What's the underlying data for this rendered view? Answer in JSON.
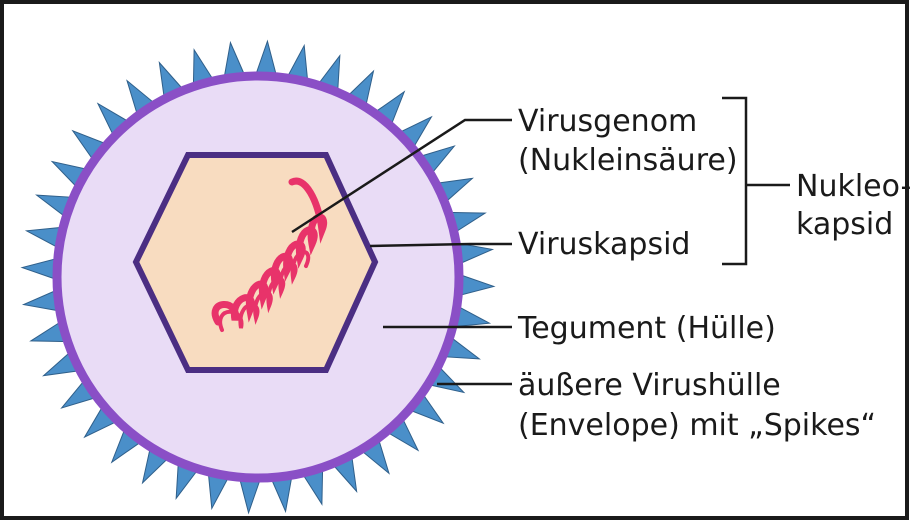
{
  "labels": {
    "genome_line1": "Virusgenom",
    "genome_line2": "(Nukleinsäure)",
    "capsid": "Viruskapsid",
    "nucleocapsid_line1": "Nukleo-",
    "nucleocapsid_line2": "kapsid",
    "tegument": "Tegument (Hülle)",
    "envelope_line1": "äußere Virushülle",
    "envelope_line2": "(Envelope) mit „Spikes“"
  },
  "colors": {
    "envelope_stroke": "#8a4fc6",
    "envelope_fill": "#e9dcf6",
    "spike": "#4a8fc9",
    "capsid_stroke": "#4b2e83",
    "capsid_fill": "#f8dcc0",
    "genome": "#e8336a",
    "line": "#1a1a1a"
  },
  "spike_count": 40
}
